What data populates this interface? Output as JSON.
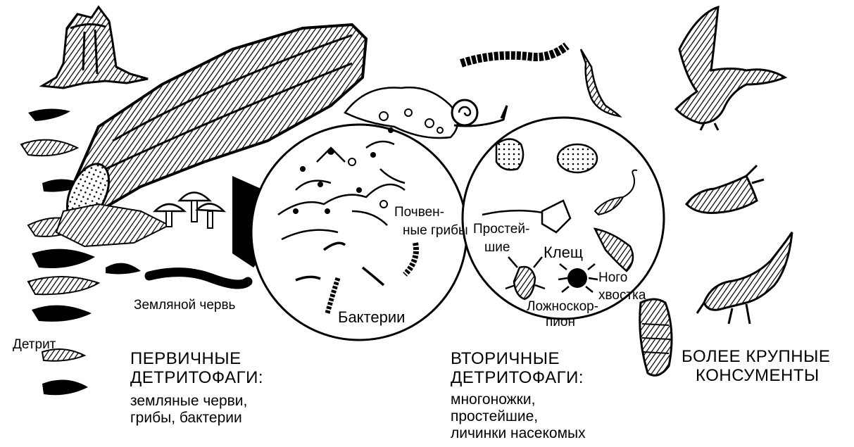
{
  "labels": {
    "detritus": "Детрит",
    "earthworm": "Земляной червь",
    "soil_fungi_1": "Почвен-",
    "soil_fungi_2": "ные грибы",
    "bacteria": "Бактерии",
    "protozoa_1": "Простей-",
    "protozoa_2": "шие",
    "mite": "Клещ",
    "springtail_1": "Ного",
    "springtail_2": "хвостка",
    "pseudoscorpion_1": "Ложноскор-",
    "pseudoscorpion_2": "пион"
  },
  "groups": {
    "primary": {
      "title_1": "ПЕРВИЧНЫЕ",
      "title_2": "ДЕТРИТОФАГИ:",
      "members_1": "земляные черви,",
      "members_2": "грибы, бактерии"
    },
    "secondary": {
      "title_1": "ВТОРИЧНЫЕ",
      "title_2": "ДЕТРИТОФАГИ:",
      "members_1": "многоножки,",
      "members_2": "простейшие,",
      "members_3": "личинки насекомых"
    },
    "larger": {
      "title_1": "БОЛЕЕ КРУПНЫЕ",
      "title_2": "КОНСУМЕНТЫ"
    }
  },
  "icons": [
    "stump-icon",
    "log-icon",
    "mushroom-icon",
    "earthworm-icon",
    "leaf-litter-icon",
    "bacteria-icon",
    "fungi-icon",
    "millipede-icon",
    "slug-icon",
    "snail-icon",
    "protozoa-icon",
    "mite-icon",
    "springtail-icon",
    "pseudoscorpion-icon",
    "larva-icon",
    "hawk-icon",
    "shrew-icon",
    "bird-icon"
  ]
}
